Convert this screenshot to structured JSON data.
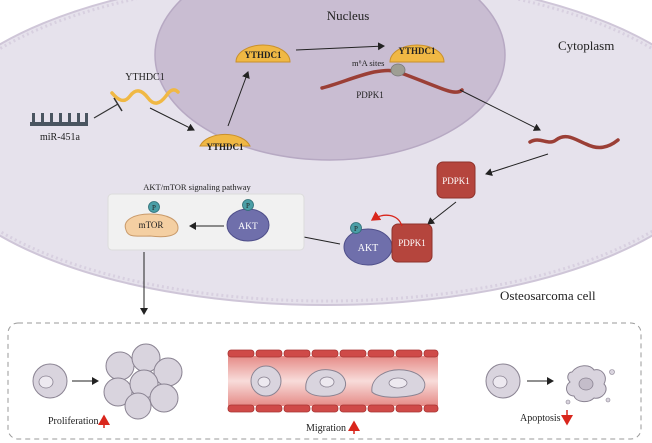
{
  "labels": {
    "nucleus": "Nucleus",
    "cytoplasm": "Cytoplasm",
    "osteosarcoma_cell": "Osteosarcoma cell",
    "ythdc1_free": "YTHDC1",
    "mir451a": "miR-451a",
    "ythdc1_protein": "YTHDC1",
    "ythdc1_nucleus": "YTHDC1",
    "ythdc1_bound": "YTHDC1",
    "m6a_sites": "m⁶A sites",
    "pdpk1_mrna": "PDPK1",
    "pdpk1_protein": "PDPK1",
    "pdpk1_complex": "PDPK1",
    "akt_complex": "AKT",
    "akt_box": "AKT",
    "mtor": "mTOR",
    "pathway_title": "AKT/mTOR signaling pathway",
    "phospho": "P",
    "proliferation": "Proliferation",
    "migration": "Migration",
    "apoptosis": "Apoptosis"
  },
  "colors": {
    "cell_fill": "#e6e2ec",
    "nucleus_fill": "#c9bdd2",
    "ythdc1": "#f0b844",
    "mrna": "#9b3f36",
    "pdpk1": "#b5453d",
    "akt": "#6f6fab",
    "mtor": "#f4cfa2",
    "phospho": "#4a9ea6",
    "up_arrow": "#d9261c",
    "down_arrow": "#d9261c",
    "vessel": "#cf4a48"
  }
}
